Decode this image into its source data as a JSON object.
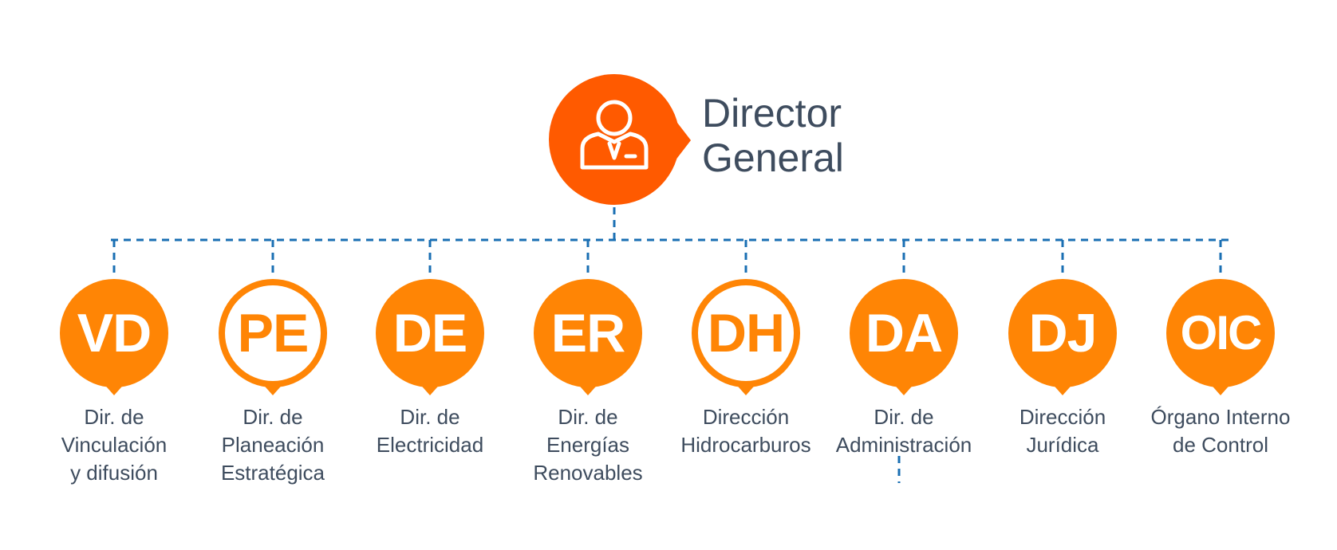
{
  "colors": {
    "director_circle": "#ff5a00",
    "unit_circle": "#ff8505",
    "connector": "#1a6fb3",
    "text": "#3e4c5e",
    "icon": "#ffffff"
  },
  "director": {
    "icon": "user-icon",
    "title_lines": [
      "Director",
      "General"
    ]
  },
  "units": [
    {
      "abbr": "VD",
      "style": "filled",
      "label_lines": [
        "Dir. de",
        "Vinculación",
        "y difusión"
      ]
    },
    {
      "abbr": "PE",
      "style": "outlined",
      "label_lines": [
        "Dir. de",
        "Planeación",
        "Estratégica"
      ]
    },
    {
      "abbr": "DE",
      "style": "filled",
      "label_lines": [
        "Dir. de",
        "Electricidad"
      ]
    },
    {
      "abbr": "ER",
      "style": "filled",
      "label_lines": [
        "Dir. de",
        "Energías",
        "Renovables"
      ]
    },
    {
      "abbr": "DH",
      "style": "outlined",
      "label_lines": [
        "Dirección",
        "Hidrocarburos"
      ]
    },
    {
      "abbr": "DA",
      "style": "filled",
      "label_lines": [
        "Dir. de",
        "Administración"
      ]
    },
    {
      "abbr": "DJ",
      "style": "filled",
      "label_lines": [
        "Dirección",
        "Jurídica"
      ]
    },
    {
      "abbr": "OIC",
      "style": "filled",
      "label_lines": [
        "Órgano Interno",
        "de Control"
      ]
    }
  ]
}
